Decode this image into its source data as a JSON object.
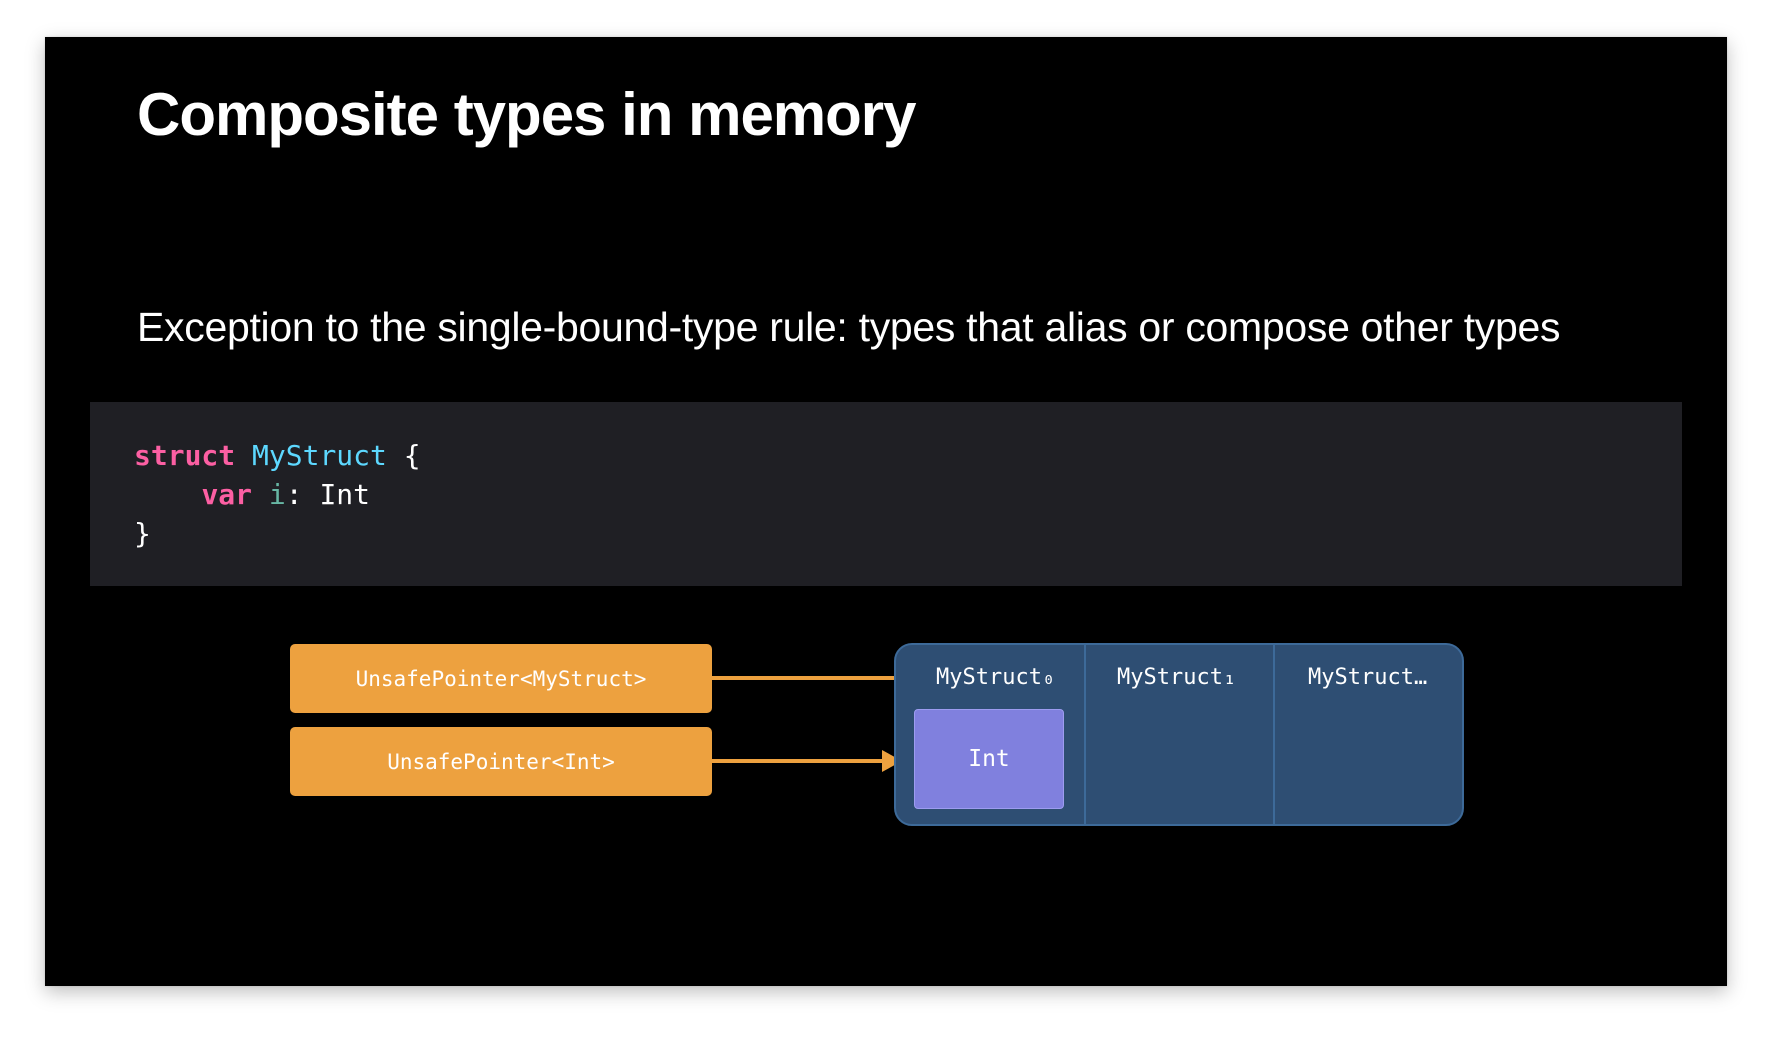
{
  "slide": {
    "title": "Composite types in memory",
    "subtitle": "Exception to the single-bound-type rule: types that alias or compose other types"
  },
  "code": {
    "line1": {
      "keyword": "struct",
      "type_name": "MyStruct",
      "brace_open": "{"
    },
    "line2": {
      "indent": "    ",
      "keyword": "var",
      "var_name": "i",
      "colon": ":",
      "type_name": "Int"
    },
    "line3": {
      "brace_close": "}"
    }
  },
  "diagram": {
    "pointers": [
      {
        "label": "UnsafePointer<MyStruct>"
      },
      {
        "label": "UnsafePointer<Int>"
      }
    ],
    "memory_cells": [
      {
        "label": "MyStruct₀"
      },
      {
        "label": "MyStruct₁"
      },
      {
        "label": "MyStruct…"
      }
    ],
    "inner_field": {
      "label": "Int"
    }
  },
  "colors": {
    "background": "#000000",
    "code_background": "#1f1f24",
    "keyword": "#fc5fa3",
    "type_name": "#5dd8ff",
    "variable": "#67b7a4",
    "pointer_box": "#eda13f",
    "memory_block": "#2e4e73",
    "memory_border": "#3d6a99",
    "int_box": "#8080de"
  }
}
